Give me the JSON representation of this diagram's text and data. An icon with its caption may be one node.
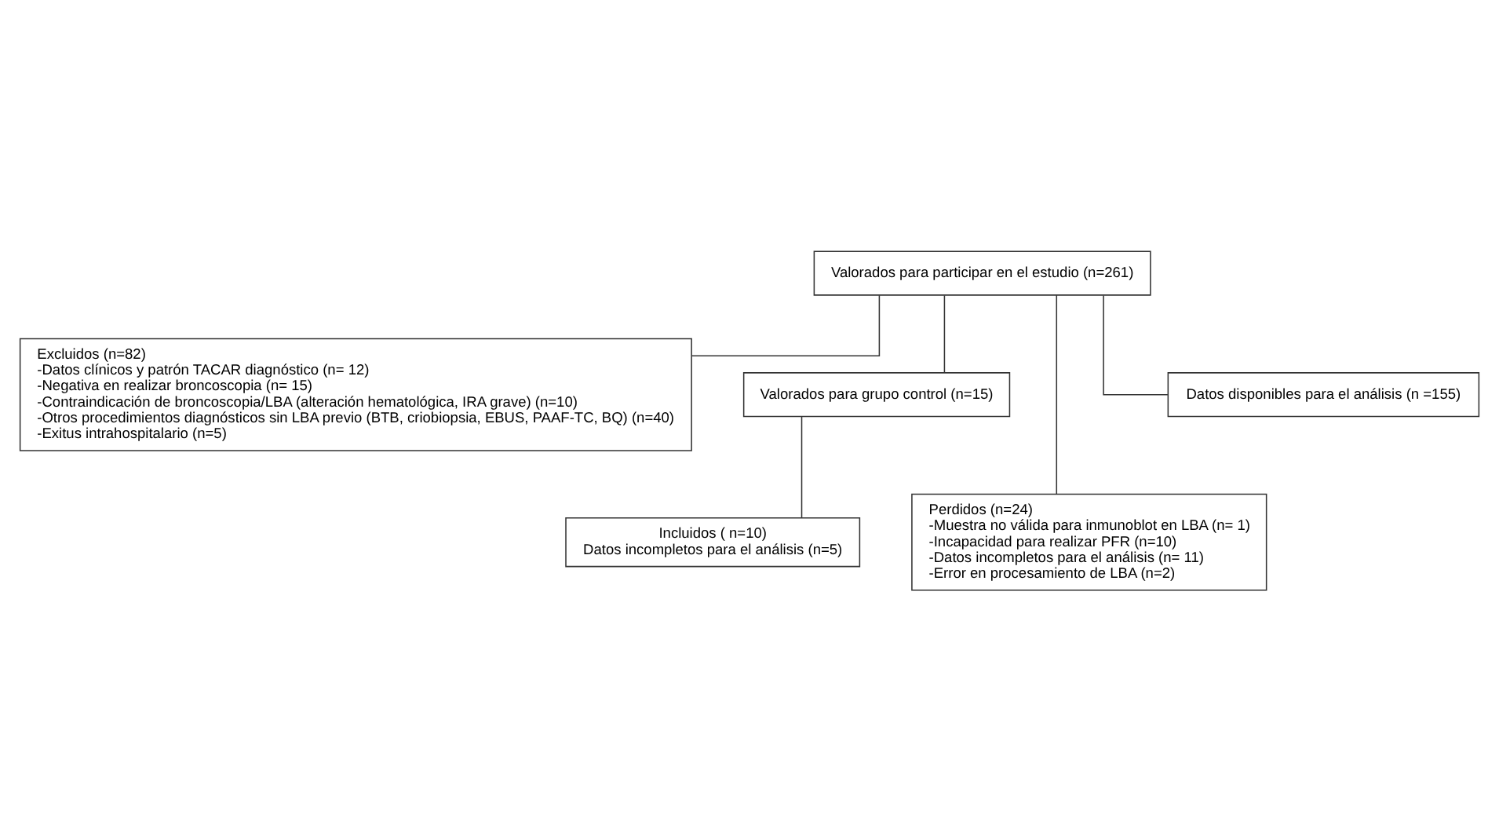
{
  "diagram": {
    "nodes": [
      {
        "text": [
          "Valorados para participar en el estudio (n=261)"
        ]
      },
      {
        "text": [
          "Excluidos (n=82)",
          "-Datos clínicos y patrón TACAR diagnóstico (n= 12)",
          "-Negativa en realizar broncoscopia (n= 15)",
          "-Contraindicación de broncoscopia/LBA (alteración hematológica, IRA grave) (n=10)",
          "-Otros procedimientos diagnósticos sin LBA previo (BTB, criobiopsia, EBUS, PAAF-TC, BQ) (n=40)",
          "-Exitus intrahospitalario (n=5)"
        ]
      },
      {
        "text": [
          "Valorados para grupo control (n=15)"
        ]
      },
      {
        "text": [
          "Perdidos (n=24)",
          "-Muestra no válida para inmunoblot en LBA (n= 1)",
          "-Incapacidad para realizar PFR (n=10)",
          "-Datos incompletos para el análisis (n= 11)",
          "-Error en procesamiento de LBA (n=2)"
        ]
      },
      {
        "text": [
          "Incluidos ( n=10)",
          "Datos incompletos para el análisis (n=5)"
        ]
      },
      {
        "text": [
          "Datos disponibles para el análisis (n =155)"
        ]
      }
    ],
    "edges": [
      {
        "from": 0,
        "to": 1,
        "arrow": "none"
      },
      {
        "from": 0,
        "to": 2,
        "arrow": "none"
      },
      {
        "from": 0,
        "to": 3,
        "arrow": "none"
      },
      {
        "from": 0,
        "to": 5,
        "arrow": "none"
      },
      {
        "from": 2,
        "to": 4,
        "arrow": "none"
      }
    ]
  }
}
